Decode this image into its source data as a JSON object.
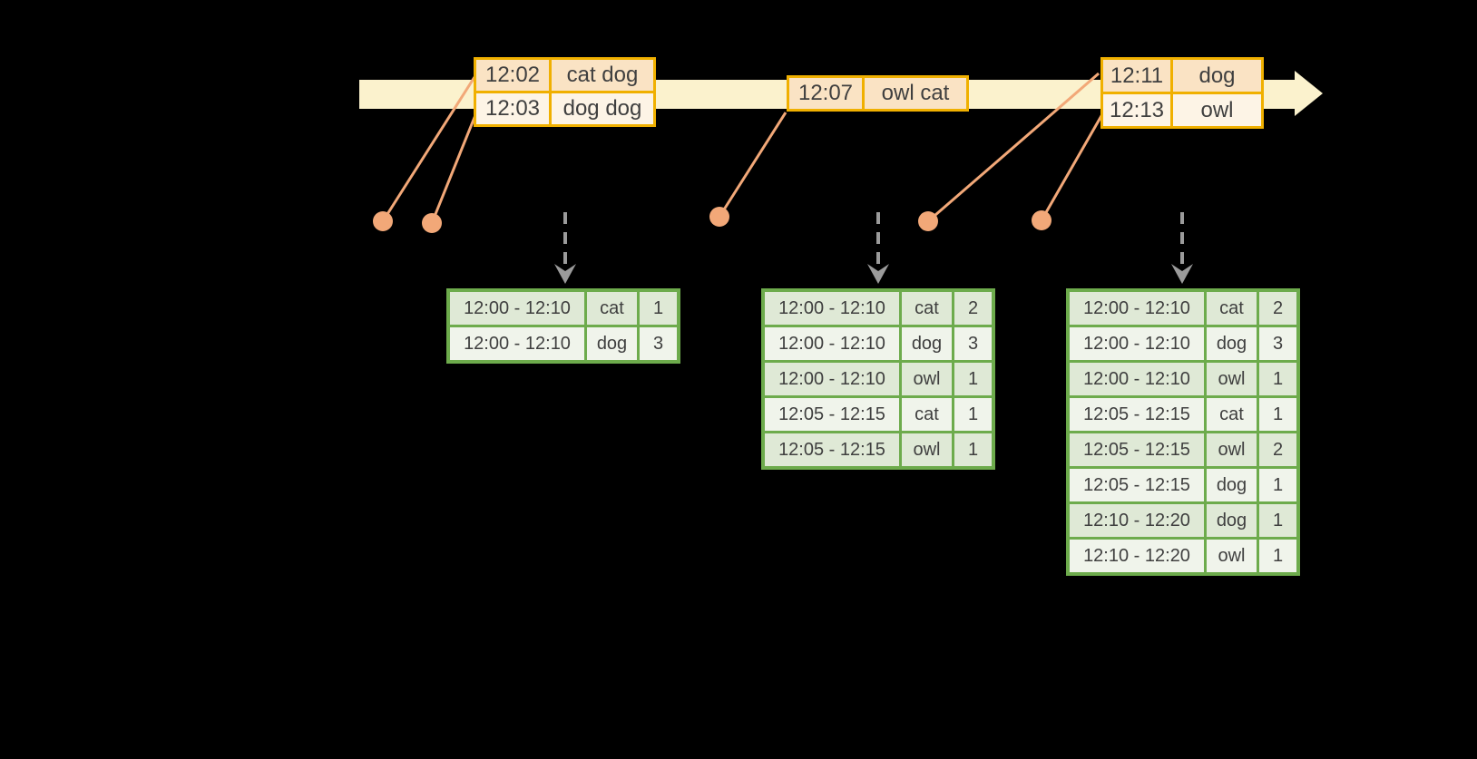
{
  "colors": {
    "background": "#000000",
    "timeline_band": "#fbf2cd",
    "event_table_border": "#f0b000",
    "event_row_peach": "#fae3c4",
    "event_row_cream": "#fdf4e6",
    "connector_salmon": "#f2a878",
    "result_table_border": "#6dab4c",
    "result_row_dark": "#dfe9d6",
    "result_row_light": "#f0f4eb",
    "trigger_arrow_gray": "#9b9b9b",
    "text": "#3f3f3f"
  },
  "icons": {
    "timeline_arrowhead": "right-arrow",
    "trigger_arrow": "down-dashed-arrow"
  },
  "event_tables": [
    {
      "rows": [
        [
          "12:02",
          "cat dog"
        ],
        [
          "12:03",
          "dog dog"
        ]
      ]
    },
    {
      "rows": [
        [
          "12:07",
          "owl cat"
        ]
      ]
    },
    {
      "rows": [
        [
          "12:11",
          "dog"
        ],
        [
          "12:13",
          "owl"
        ]
      ]
    }
  ],
  "result_tables": [
    {
      "rows": [
        [
          "12:00 - 12:10",
          "cat",
          "1"
        ],
        [
          "12:00 - 12:10",
          "dog",
          "3"
        ]
      ]
    },
    {
      "rows": [
        [
          "12:00 - 12:10",
          "cat",
          "2"
        ],
        [
          "12:00 - 12:10",
          "dog",
          "3"
        ],
        [
          "12:00 - 12:10",
          "owl",
          "1"
        ],
        [
          "12:05 - 12:15",
          "cat",
          "1"
        ],
        [
          "12:05 - 12:15",
          "owl",
          "1"
        ]
      ]
    },
    {
      "rows": [
        [
          "12:00 - 12:10",
          "cat",
          "2"
        ],
        [
          "12:00 - 12:10",
          "dog",
          "3"
        ],
        [
          "12:00 - 12:10",
          "owl",
          "1"
        ],
        [
          "12:05 - 12:15",
          "cat",
          "1"
        ],
        [
          "12:05 - 12:15",
          "owl",
          "2"
        ],
        [
          "12:05 - 12:15",
          "dog",
          "1"
        ],
        [
          "12:10 - 12:20",
          "dog",
          "1"
        ],
        [
          "12:10 - 12:20",
          "owl",
          "1"
        ]
      ]
    }
  ]
}
